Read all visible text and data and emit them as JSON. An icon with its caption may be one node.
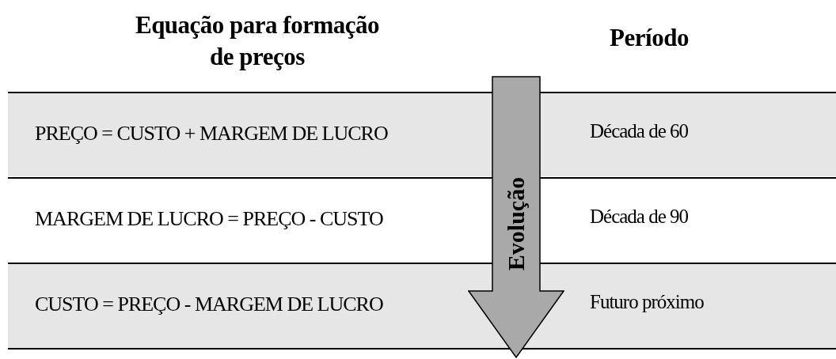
{
  "diagram": {
    "nodes": [
      {
        "text": [
          "Evolução"
        ]
      }
    ],
    "labels": [
      "Equação para formação de preços",
      "Período",
      "PREÇO = CUSTO + MARGEM DE LUCRO",
      "Década de 60",
      "MARGEM DE LUCRO = PREÇO - CUSTO",
      "Década de 90",
      "CUSTO = PREÇO - MARGEM DE LUCRO",
      "Futuro próximo"
    ]
  }
}
